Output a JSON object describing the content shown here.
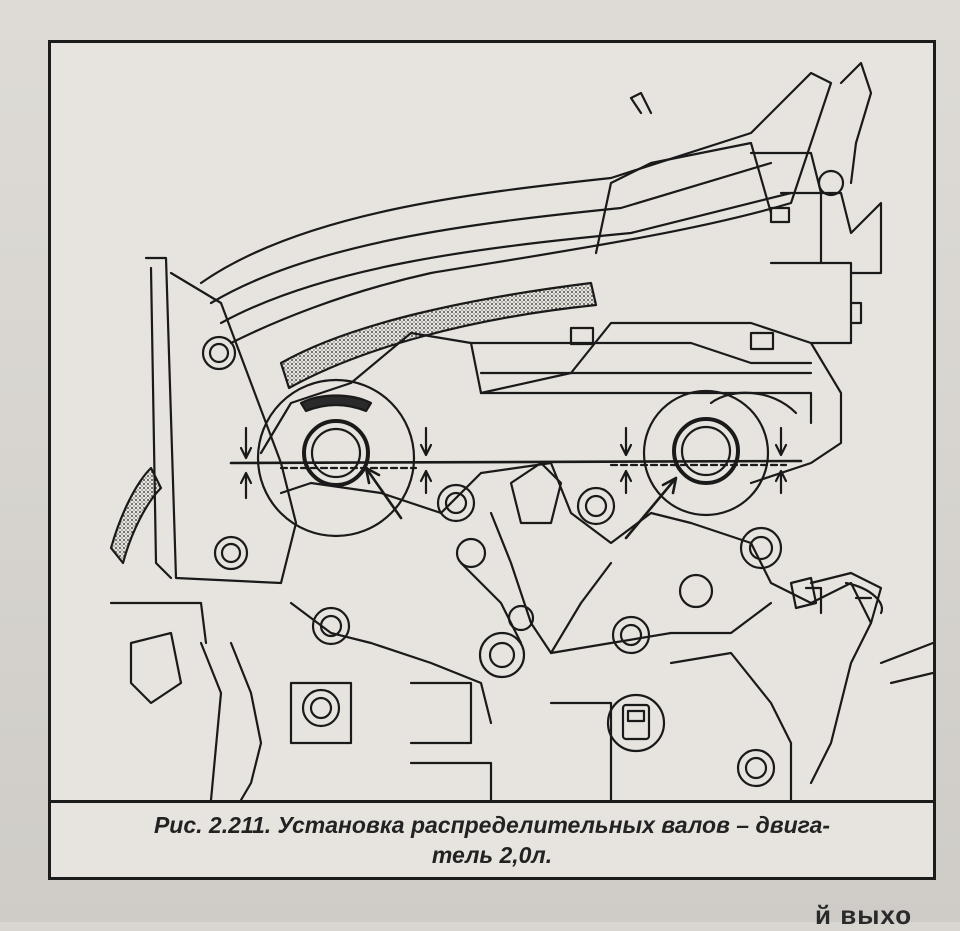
{
  "figure": {
    "caption_line1": "Рис. 2.211. Установка распределительных валов – двига-",
    "caption_line2": "тель 2,0л."
  },
  "page_bleed_text": "й выхо"
}
